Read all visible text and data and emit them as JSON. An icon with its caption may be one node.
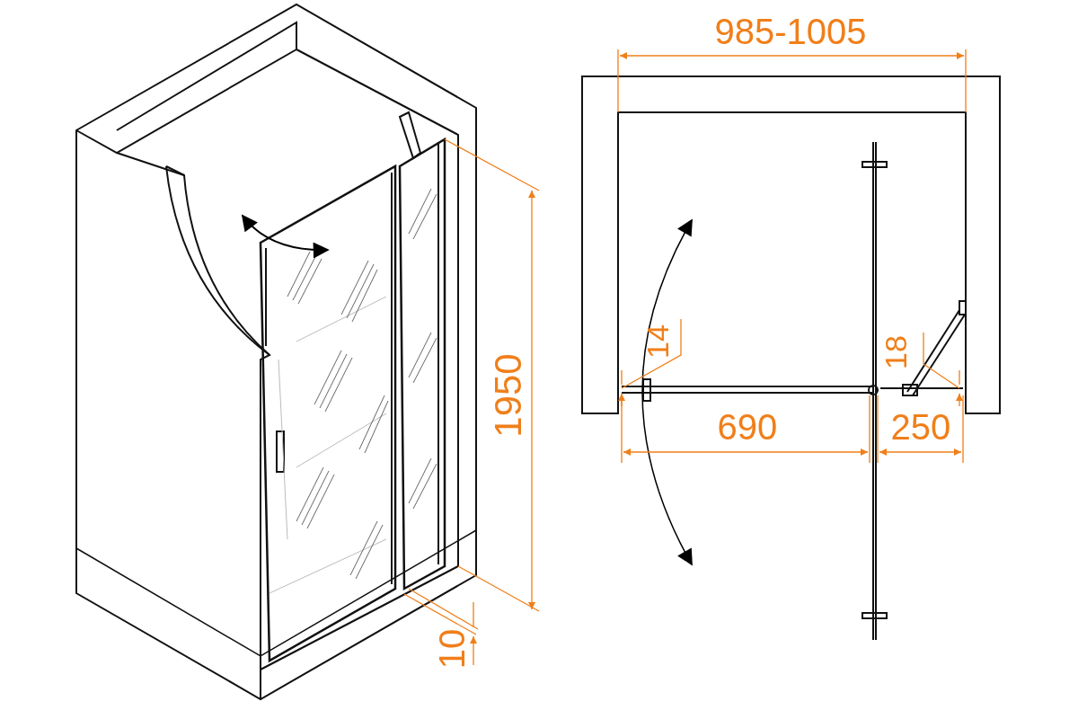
{
  "diagram": {
    "labels": [
      "985-1005",
      "14",
      "18",
      "1950",
      "690",
      "250",
      "10"
    ]
  }
}
